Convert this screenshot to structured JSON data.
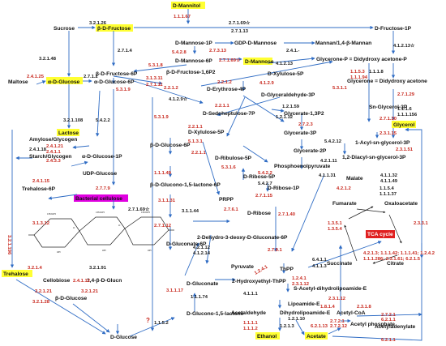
{
  "colors": {
    "arrow": "#2f6cc4",
    "enzyme": "#c8281e",
    "highlight_yellow": "#ffff33",
    "highlight_magenta": "#e000e0",
    "highlight_red": "#e02020",
    "text": "#111111"
  },
  "nodes": {
    "d_mannitol": "D-Mannitol",
    "sucrose": "Sucrose",
    "b_d_fructose": "β-D-Fructose",
    "d_fructose_1p": "D-Fructose-1P",
    "d_mannose_1p": "D-Mannose-1P",
    "gdp_d_mannose": "GDP-D-Mannose",
    "mannan": "Mannan/1,4-β-Mannan",
    "d_mannose_6p": "D-Mannose-6P",
    "d_mannose": "D-Mannose",
    "glycerone_p": "Glycerone-P = Didydroxy acetone-P",
    "b_d_fructose_6p": "β-D-Fructose-6P",
    "b_d_fructose_16p2": "β-D-Fructose-1,6P2",
    "d_xylulose_5p_top": "D-Xylulose-5P",
    "glycerone": "Glycerone = Didydroxy acetone",
    "maltose": "Maltose",
    "a_d_glucose": "α-D-Glucose",
    "a_d_glucose_6p": "α-D-Glucose-6P",
    "d_erythrose_4p": "D-Erythrose-4P",
    "d_glyceraldehyde_3p": "D-Glyceraldehyde-3P",
    "sn_glycerol_3p": "Sn-Glycerol-3P",
    "lactose": "Lactose",
    "d_sedoheptulose_7p": "D-Sedoheptulose-7P",
    "glycerate_13p2": "Glycerate-1,3P2",
    "glycerol": "Glycerol",
    "d_xylulose_5p_mid": "D-Xylulose-5P",
    "glycerate_3p": "Glycerate-3P",
    "amylose": "Amylose/Glycogen",
    "acyl_glycerol_3p": "1-Acyl-sn-glycerol-3P",
    "starch": "Starch/Glycogen",
    "a_d_glucose_1p": "α-D-Glucose-1P",
    "d_ribulose_5p": "D-Ribulose-5P",
    "glycerate_2p": "Glycerate-2P",
    "diacyl_glycerol_3p": "1,2-Diacyl-sn-glycerol-3P",
    "b_d_glucose_6p": "β-D-Glucose-6P",
    "phosphoenolpyruvate": "Phosphoenolpyruvate",
    "udp_glucose": "UDP-Glucose",
    "malate": "Malate",
    "trehalose_6p": "Trehalose-6P",
    "d_ribose_5p": "D-Ribose-5P",
    "bacterial_cellulose": "Bacterial cellulose",
    "b_d_glucono_lactone_6p": "β-D-Glucono-1,5-lactone-6P",
    "d_ribose_1p": "D-Ribose-1P",
    "fumarate": "Fumarate",
    "oxaloacetate": "Oxaloacetate",
    "prpp": "PRPP",
    "d_ribose": "D-Ribose",
    "tca_cycle": "TCA cycle",
    "dehydro_deoxy_gluconate_6p": "2-Dehydro-3-deoxy-D-Gluconate-6P",
    "d_gluconate_6p": "D-Gluconate-6P",
    "succinate": "Succinate",
    "citrate": "Citrate",
    "cellobiose": "Cellobiose",
    "b14_d_glucan": "1,4-β-D-Glucn",
    "pyruvate": "Pyruvate",
    "thpp": "ThPP",
    "hydroxyethyl_thpp": "2-Hydroxyethyl-ThPP",
    "s_acetyl_dihydrolipoamide": "S-Acetyl-dihydrolipoamide-E",
    "trehalose": "Trehalose",
    "b_d_glucose": "β-D-Glucose",
    "d_gluconate": "D-Gluconate",
    "lipoamide_e": "Lipoamide-E",
    "acetaldehyde": "Acetaldehyde",
    "dihydrolipoamide_e": "Dihydrolipoamide-E",
    "acetyl_coa": "Acetyl-CoA",
    "d_glucono_lactone": "D-Glucono-1,5-lactone",
    "acetyl_phosphate": "Acetyl phosphate",
    "acetyladenylate": "Acetyladenylate",
    "d_glucose": "D-Glucose",
    "ethanol": "Ethanol",
    "acetate": "Acetate"
  },
  "enzymes": {
    "e1": "1.1.1.67",
    "e2": "3.2.1.26",
    "e3": "2.7.1.69☆",
    "e4": "2.7.1.13",
    "e5": "5.4.2.8",
    "e6": "2.7.3.13",
    "e7": "2.4.1.-",
    "e8": "2.7.1.4",
    "e9": "3.2.1.48",
    "e10": "5.3.1.8",
    "e11": "2.7.1.69☆",
    "e12": "4.1.2.13☆",
    "e13": "3.1.3.11",
    "e14": "2.7.1.11",
    "e15": "4.1.2.13",
    "e16": "1.1.1.8",
    "e17": "1.1.5.3",
    "e18": "1.1.1.94",
    "e19": "2.2.1.2",
    "e20": "2.2.1.2",
    "e21": "4.1.2.9",
    "e22": "2.7.1.29",
    "e23": "2.4.1.25",
    "e24": "2.7.1.2",
    "e25": "5.3.1.9",
    "e26": "4.1.2.9☆",
    "e27": "5.3.1.1",
    "e28": "1.1.1.6",
    "e29": "1.1.1.156",
    "e30": "3.2.1.108",
    "e31": "2.2.1.1",
    "e32": "1.2.1.59",
    "e33": "1.2.1.12",
    "e34": "2.7.1.30",
    "e35": "2.7.2.3",
    "e36": "2.3.1.15",
    "e37": "5.4.2.2",
    "e38": "5.3.1.9",
    "e39": "2.2.1.1",
    "e40": "5.4.2.12",
    "e41": "2.3.1.51",
    "e42": "2.4.1.18",
    "e43": "2.4.1.21",
    "e44": "2.4.1.1",
    "e45": "5.1.3.1",
    "e46": "4.2.1.11",
    "e47": "2.4.3.3",
    "e48": "2.2.1.1",
    "e49": "5.3.1.6",
    "e50": "4.1.1.31",
    "e51": "4.1.1.32",
    "e52": "4.1.1.49",
    "e53": "2.7.7.9",
    "e54": "1.1.1.49",
    "e55": "5.4.2.2",
    "e56": "4.2.1.2",
    "e57": "1.1.5.4",
    "e58": "1.1.1.37",
    "e59": "2.4.1.15",
    "e60": "5.4.2.7",
    "e61": "2.7.1.15",
    "e62": "2.7.1.69☆",
    "e63": "3.1.1.31",
    "e64": "2.7.6.1",
    "e65": "2.7.1.40",
    "e66": "3.1.1.44",
    "e67": "1.3.5.1",
    "e68": "1.3.5.4",
    "e69": "2.3.3.1",
    "e70": "3.1.3.12",
    "e71": "3.2.1.196",
    "e72": "3.2.1.4",
    "e73": "3.2.1.91",
    "e74": "2.7.1.12",
    "e75": "4.2.1.12",
    "e76": "4.1.2.14",
    "e77": "2.7.9.1",
    "e78": "6.4.1.1",
    "e79": "4.2.1.3; 1.1.1.42; 1.1.1.41; 1.2.4.2",
    "e80": "1.1.1.286; 2.3.1.61; 6.2.1.5",
    "e81": "2.4.1.12",
    "e82": "3.2.1.21",
    "e83": "1.2.4.1",
    "e84": "4.1.1.3",
    "e85": "3.2.1.21",
    "e86": "1.2.4.1",
    "e87": "3.1.1.17",
    "e88": "4.1.1.1",
    "e89": "2.3.1.12",
    "e90": "1.1.1.74",
    "e91": "1.8.1.4",
    "e92": "2.3.1.12",
    "e93": "1.2.1.10",
    "e94": "2.3.1.8",
    "e95": "3.2.1.28",
    "e96": "1.1.1.1",
    "e97": "1.1.1.2",
    "e98": "1.2.1.3",
    "e99": "6.2.1.13",
    "e100": "2.7.2.1",
    "e101": "2.7.2.12",
    "e102": "1.1.5.2",
    "e103": "2.7.2.1",
    "e104": "6.2.1.1",
    "e105": "6.2.1.1",
    "e106": "?"
  },
  "structure_labels": {
    "oh": "OH",
    "ch2oh": "CH2OH",
    "o": "O"
  },
  "icons": {
    "star": "star-icon",
    "question": "question-mark-icon"
  }
}
